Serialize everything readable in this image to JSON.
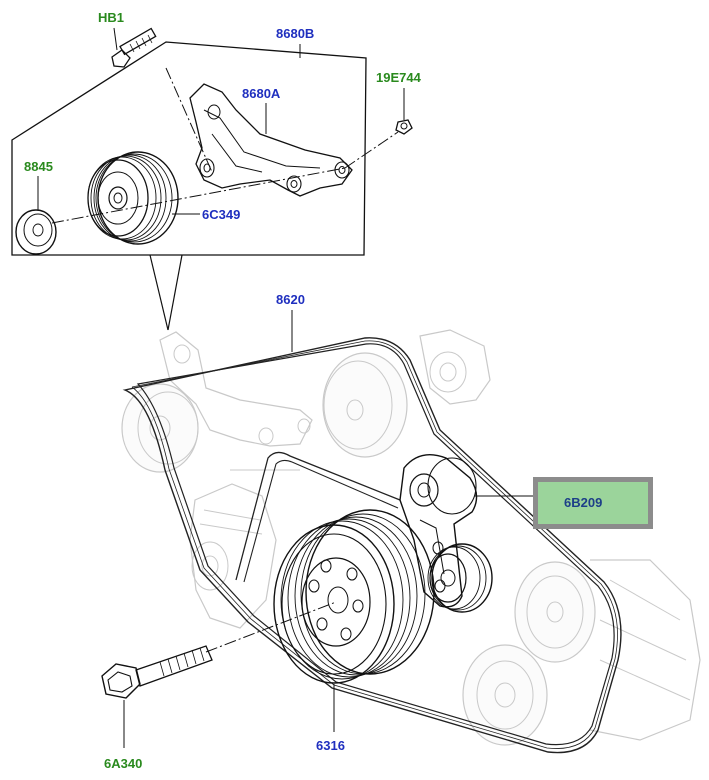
{
  "callouts": {
    "hb1": "HB1",
    "c8680b": "8680B",
    "c8680a": "8680A",
    "c19e744": "19E744",
    "c8845": "8845",
    "c6c349": "6C349",
    "c8620": "8620",
    "c6b209": "6B209",
    "c6a340": "6A340",
    "c6316": "6316"
  },
  "colors": {
    "callout_blue": "#1f2fbf",
    "callout_green": "#2a8a1e",
    "highlight_fill": "#9bd49b",
    "highlight_border": "#8c8c8c"
  },
  "highlighted_part": "6B209"
}
